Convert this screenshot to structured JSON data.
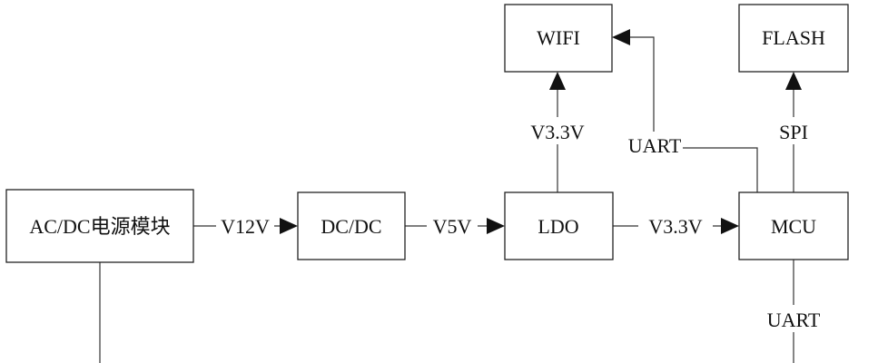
{
  "blocks": {
    "acdc": "AC/DC电源模块",
    "dcdc": "DC/DC",
    "ldo": "LDO",
    "mcu": "MCU",
    "wifi": "WIFI",
    "flash": "FLASH"
  },
  "signals": {
    "v12": "V12V",
    "v5": "V5V",
    "v33_mcu": "V3.3V",
    "v33_wifi": "V3.3V",
    "uart_wifi": "UART",
    "spi": "SPI",
    "uart_out": "UART"
  }
}
